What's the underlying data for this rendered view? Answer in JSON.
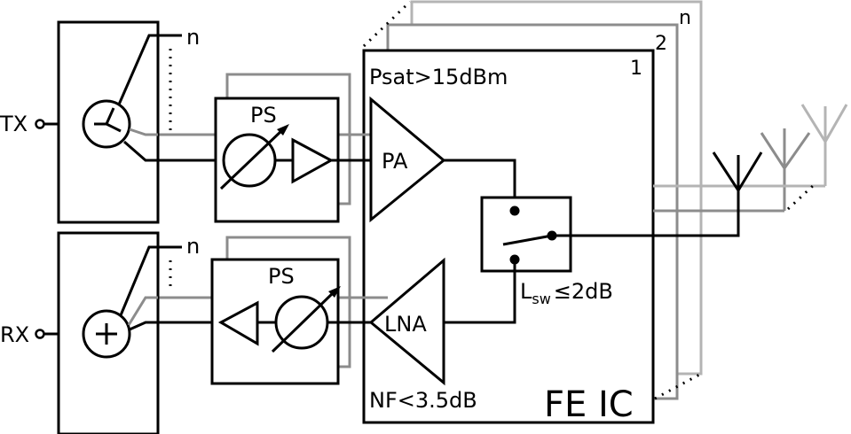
{
  "labels": {
    "tx_port": "TX",
    "rx_port": "RX",
    "tx_branch_n": "n",
    "rx_branch_n": "n",
    "tx_ps": "PS",
    "rx_ps": "PS",
    "pa": "PA",
    "lna": "LNA",
    "psat_spec": "Psat>15dBm",
    "nf_spec": "NF<3.5dB",
    "switch_loss_symbol": "L",
    "switch_loss_subscript": "sw",
    "switch_loss_value": "≤2dB",
    "fe_ic": "FE IC",
    "layer_1": "1",
    "layer_2": "2",
    "layer_n": "n"
  },
  "colors": {
    "primary": "#000000",
    "layer_2": "#8c8c8c",
    "layer_n": "#b4b4b4",
    "background": "#ffffff"
  },
  "icons": {
    "tx_splitter": "splitter-icon",
    "rx_combiner": "combiner-plus-icon",
    "phase_shifter": "variable-phase-shifter-icon",
    "amplifier": "triangle-amplifier-icon",
    "switch": "spdt-switch-icon",
    "antenna": "antenna-icon"
  }
}
